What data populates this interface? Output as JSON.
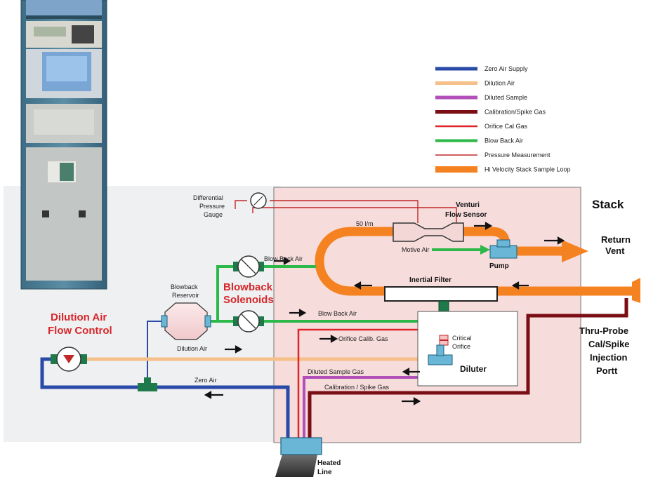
{
  "legend": [
    {
      "label": "Zero Air Supply",
      "color": "#2a4aa8",
      "stroke": 5
    },
    {
      "label": "Dilution Air",
      "color": "#f5c08a",
      "stroke": 5
    },
    {
      "label": "Diluted Sample",
      "color": "#b050b8",
      "stroke": 5
    },
    {
      "label": "Calibration/Spike Gas",
      "color": "#7a0e14",
      "stroke": 5
    },
    {
      "label": "Orifice Cal Gas",
      "color": "#e0252a",
      "stroke": 2.5
    },
    {
      "label": "Blow Back Air",
      "color": "#2db84a",
      "stroke": 4
    },
    {
      "label": "Pressure Measurement",
      "color": "#c0282a",
      "stroke": 1.5
    },
    {
      "label": "Hi Velocity Stack Sample Loop",
      "color": "#f58220",
      "stroke": 9
    }
  ],
  "labels": {
    "stack": "Stack",
    "venturi_1": "Venturi",
    "venturi_2": "Flow Sensor",
    "flow_rate": "50 l/m",
    "motive_air": "Motive Air",
    "pump": "Pump",
    "return_1": "Return",
    "return_2": "Vent",
    "inertial_filter": "Inertial Filter",
    "diff_gauge_1": "Differential",
    "diff_gauge_2": "Pressure",
    "diff_gauge_3": "Gauge",
    "blow_back_air_top": "Blow Back Air",
    "blow_back_air_bottom": "Blow Back Air",
    "blowback_reservoir_1": "Blowback",
    "blowback_reservoir_2": "Reservoir",
    "blowback_solenoids_1": "Blowback",
    "blowback_solenoids_2": "Solenoids",
    "dilution_control_1": "Dilution Air",
    "dilution_control_2": "Flow Control",
    "dilution_air": "Dilution Air",
    "zero_air": "Zero Air",
    "orifice_calib_gas": "Orifice Calib. Gas",
    "critical_orifice_1": "Critical",
    "critical_orifice_2": "Orifice",
    "diluter": "Diluter",
    "diluted_sample_gas": "Diluted Sample Gas",
    "cal_spike_gas": "Calibration / Spike Gas",
    "thru_probe_1": "Thru-Probe",
    "thru_probe_2": "Cal/Spike",
    "thru_probe_3": "Injection",
    "thru_probe_4": "Portt",
    "heated_line_1": "Heated",
    "heated_line_2": "Line"
  }
}
